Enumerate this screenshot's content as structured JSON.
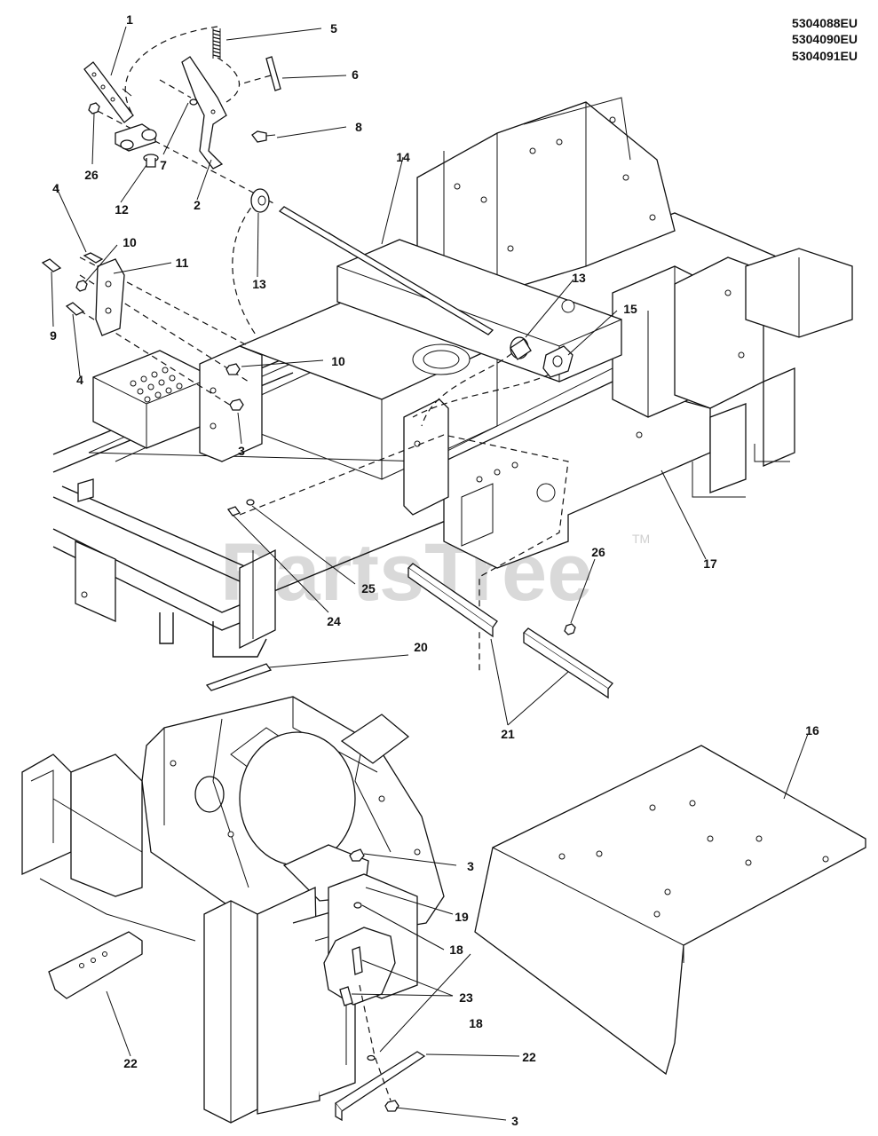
{
  "model_numbers": [
    "5304088EU",
    "5304090EU",
    "5304091EU"
  ],
  "watermark": {
    "text": "PartsTree",
    "trademark": "TM"
  },
  "callouts": [
    {
      "id": "c1",
      "label": "1"
    },
    {
      "id": "c5",
      "label": "5"
    },
    {
      "id": "c6",
      "label": "6"
    },
    {
      "id": "c8",
      "label": "8"
    },
    {
      "id": "c26a",
      "label": "26"
    },
    {
      "id": "c7",
      "label": "7"
    },
    {
      "id": "c2",
      "label": "2"
    },
    {
      "id": "c12",
      "label": "12"
    },
    {
      "id": "c14",
      "label": "14"
    },
    {
      "id": "c4a",
      "label": "4"
    },
    {
      "id": "c10a",
      "label": "10"
    },
    {
      "id": "c11",
      "label": "11"
    },
    {
      "id": "c13a",
      "label": "13"
    },
    {
      "id": "c9",
      "label": "9"
    },
    {
      "id": "c4b",
      "label": "4"
    },
    {
      "id": "c13b",
      "label": "13"
    },
    {
      "id": "c15",
      "label": "15"
    },
    {
      "id": "c10b",
      "label": "10"
    },
    {
      "id": "c3a",
      "label": "3"
    },
    {
      "id": "c26b",
      "label": "26"
    },
    {
      "id": "c17",
      "label": "17"
    },
    {
      "id": "c25",
      "label": "25"
    },
    {
      "id": "c24",
      "label": "24"
    },
    {
      "id": "c20",
      "label": "20"
    },
    {
      "id": "c21",
      "label": "21"
    },
    {
      "id": "c16",
      "label": "16"
    },
    {
      "id": "c3b",
      "label": "3"
    },
    {
      "id": "c19",
      "label": "19"
    },
    {
      "id": "c18a",
      "label": "18"
    },
    {
      "id": "c23",
      "label": "23"
    },
    {
      "id": "c22a",
      "label": "22"
    },
    {
      "id": "c18b",
      "label": "18"
    },
    {
      "id": "c22b",
      "label": "22"
    },
    {
      "id": "c3c",
      "label": "3"
    }
  ]
}
